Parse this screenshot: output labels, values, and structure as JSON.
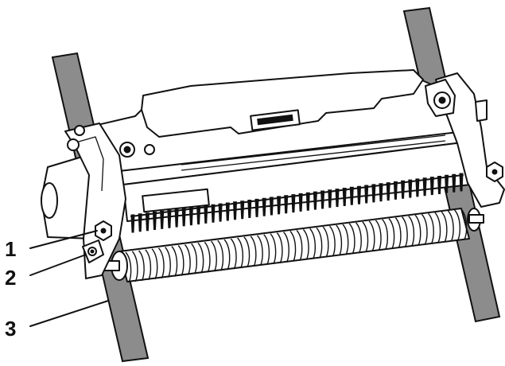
{
  "figure": {
    "callouts": [
      {
        "id": "1",
        "label": "1"
      },
      {
        "id": "2",
        "label": "2"
      },
      {
        "id": "3",
        "label": "3"
      }
    ],
    "colors": {
      "ink": "#111111",
      "strap": "#8c8c8c",
      "background": "#ffffff"
    }
  }
}
